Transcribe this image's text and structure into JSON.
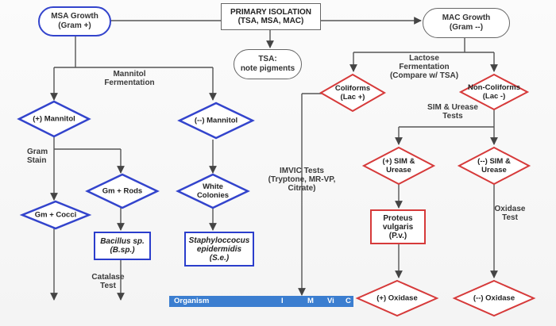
{
  "title": {
    "line1": "PRIMARY ISOLATION",
    "line2": "(TSA, MSA, MAC)"
  },
  "msa_growth": {
    "line1": "MSA Growth",
    "line2": "(Gram +)"
  },
  "mac_growth": {
    "line1": "MAC Growth",
    "line2": "(Gram --)"
  },
  "tsa_note": {
    "line1": "TSA:",
    "line2": "note pigments"
  },
  "labels": {
    "mannitol_fermentation": {
      "line1": "Mannitol",
      "line2": "Fermentation"
    },
    "lactose_fermentation": {
      "line1": "Lactose",
      "line2": "Fermentation",
      "line3": "(Compare w/ TSA)"
    },
    "gram_stain": {
      "line1": "Gram",
      "line2": "Stain"
    },
    "sim_urease_tests": {
      "line1": "SIM & Urease",
      "line2": "Tests"
    },
    "imvic_tests": {
      "line1": "IMVIC Tests",
      "line2": "(Tryptone, MR-VP,",
      "line3": "Citrate)"
    },
    "oxidase_test": {
      "line1": "Oxidase",
      "line2": "Test"
    },
    "catalase_test": {
      "line1": "Catalase",
      "line2": "Test"
    }
  },
  "diamonds": {
    "pos_mannitol": "(+) Mannitol",
    "neg_mannitol": "(--) Mannitol",
    "gm_rods": "Gm + Rods",
    "gm_cocci": "Gm + Cocci",
    "white_colonies": {
      "line1": "White",
      "line2": "Colonies"
    },
    "coliforms": {
      "line1": "Coliforms",
      "line2": "(Lac +)"
    },
    "non_coliforms": {
      "line1": "Non-Coliforms",
      "line2": "(Lac -)"
    },
    "pos_sim_urease": {
      "line1": "(+) SIM &",
      "line2": "Urease"
    },
    "neg_sim_urease": {
      "line1": "(--) SIM &",
      "line2": "Urease"
    },
    "pos_oxidase": "(+) Oxidase",
    "neg_oxidase": "(--) Oxidase"
  },
  "results": {
    "bacillus": {
      "line1": "Bacillus sp.",
      "line2": "(B.sp.)"
    },
    "staph": {
      "line1": "Staphyloccocus",
      "line2": "epidermidis",
      "line3": "(S.e.)"
    },
    "proteus": {
      "line1": "Proteus",
      "line2": "vulgaris",
      "line3": "(P.v.)"
    }
  },
  "table_strip": {
    "organism": "Organism",
    "col_i": "I",
    "col_m": "M",
    "col_vi": "Vi",
    "col_c": "C"
  },
  "colors": {
    "blue_outline": "#2b3ecc",
    "red_outline": "#d63a3a",
    "strip_blue": "#3b7ed0"
  }
}
